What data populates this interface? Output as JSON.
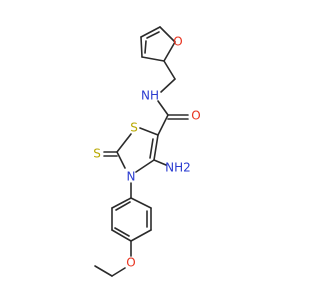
{
  "colors": {
    "bond": "#2b2b2b",
    "carbon": "#2b2b2b",
    "oxygen": "#e8321e",
    "nitrogen": "#2a3bd0",
    "sulfur": "#b8a800",
    "background": "#ffffff"
  },
  "atoms": {
    "furan_o": "O",
    "amide_nh": "NH",
    "amide_o": "O",
    "thiazole_s": "S",
    "thione_s": "S",
    "ring_n": "N",
    "amino": "NH2",
    "ether_o": "O"
  }
}
